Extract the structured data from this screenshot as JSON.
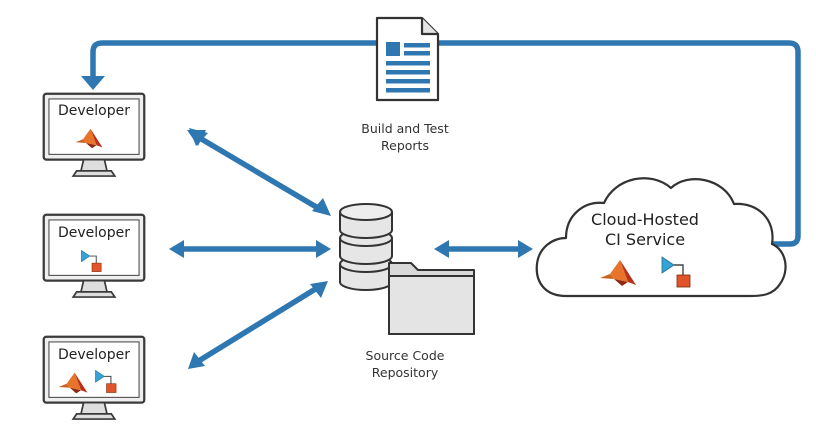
{
  "developers": [
    {
      "label": "Developer",
      "icons": [
        "matlab-icon"
      ]
    },
    {
      "label": "Developer",
      "icons": [
        "simulink-icon"
      ]
    },
    {
      "label": "Developer",
      "icons": [
        "matlab-icon",
        "simulink-icon"
      ]
    }
  ],
  "reports": {
    "line1": "Build and Test",
    "line2": "Reports",
    "icon": "document-icon"
  },
  "repository": {
    "line1": "Source Code",
    "line2": "Repository",
    "icon": "database-folder-icon"
  },
  "ci_service": {
    "line1": "Cloud-Hosted",
    "line2": "CI Service",
    "icons": [
      "matlab-icon",
      "simulink-icon"
    ]
  },
  "colors": {
    "arrow": "#2f77b0",
    "monitor_bezel": "#efefef",
    "monitor_border": "#3a3a3a",
    "simulink_triangle": "#35a3d6",
    "simulink_block": "#e2552a",
    "matlab_orange": "#e8742b",
    "matlab_red": "#b8321a"
  }
}
